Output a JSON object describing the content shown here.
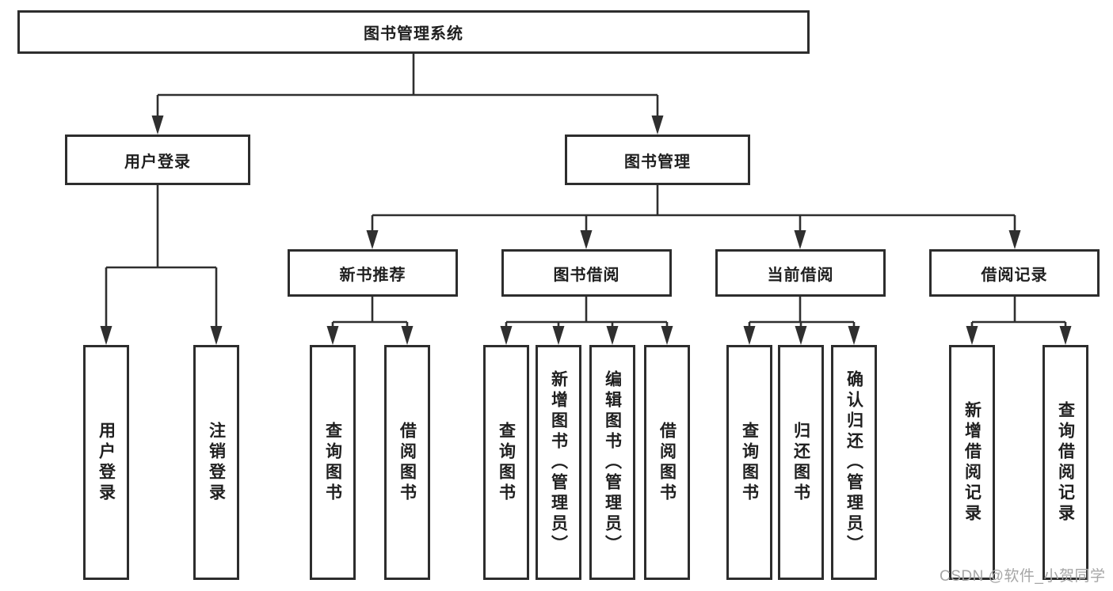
{
  "tree": {
    "root": {
      "label": "图书管理系统"
    },
    "user_login": {
      "label": "用户登录",
      "children": [
        "用户登录",
        "注销登录"
      ]
    },
    "book_mgmt": {
      "label": "图书管理"
    },
    "new_book": {
      "label": "新书推荐",
      "children": [
        "查询图书",
        "借阅图书"
      ]
    },
    "book_borrow": {
      "label": "图书借阅",
      "children": [
        "查询图书",
        "新增图书（管理员）",
        "编辑图书（管理员）",
        "借阅图书"
      ]
    },
    "current_borrow": {
      "label": "当前借阅",
      "children": [
        "查询图书",
        "归还图书",
        "确认归还（管理员）"
      ]
    },
    "borrow_record": {
      "label": "借阅记录",
      "children": [
        "新增借阅记录",
        "查询借阅记录"
      ]
    }
  },
  "watermark": "CSDN @软件_小贺同学",
  "colors": {
    "background": "#ffffff",
    "box_border": "#2d2d2d",
    "line": "#2f2f2f",
    "text": "#1f1f1f",
    "watermark": "#a6a6a6"
  }
}
